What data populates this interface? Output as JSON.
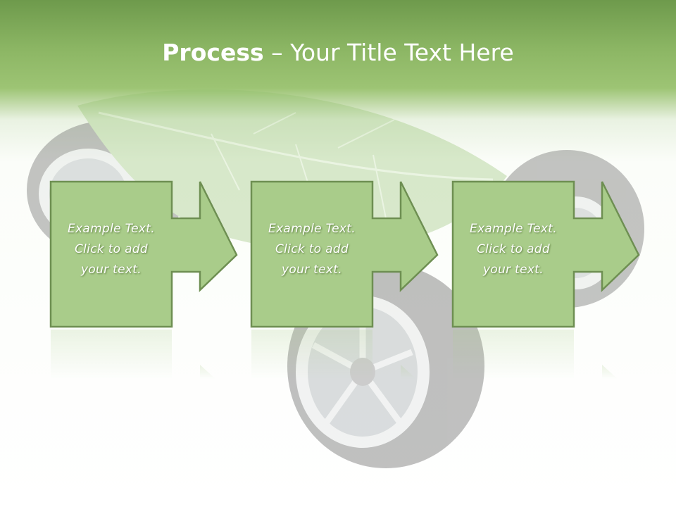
{
  "slide": {
    "title_bold": "Process",
    "title_rest": " – Your Title Text Here"
  },
  "steps": [
    {
      "line1": "Example Text.",
      "line2": "Click  to add",
      "line3": "your text."
    },
    {
      "line1": "Example Text.",
      "line2": "Click  to add",
      "line3": "your text."
    },
    {
      "line1": "Example Text.",
      "line2": "Click  to add",
      "line3": "your text."
    }
  ],
  "colors": {
    "header_green": "#8cb664",
    "box_fill": "#a9cc8a",
    "box_stroke": "#6e8f52",
    "text": "#ffffff"
  }
}
